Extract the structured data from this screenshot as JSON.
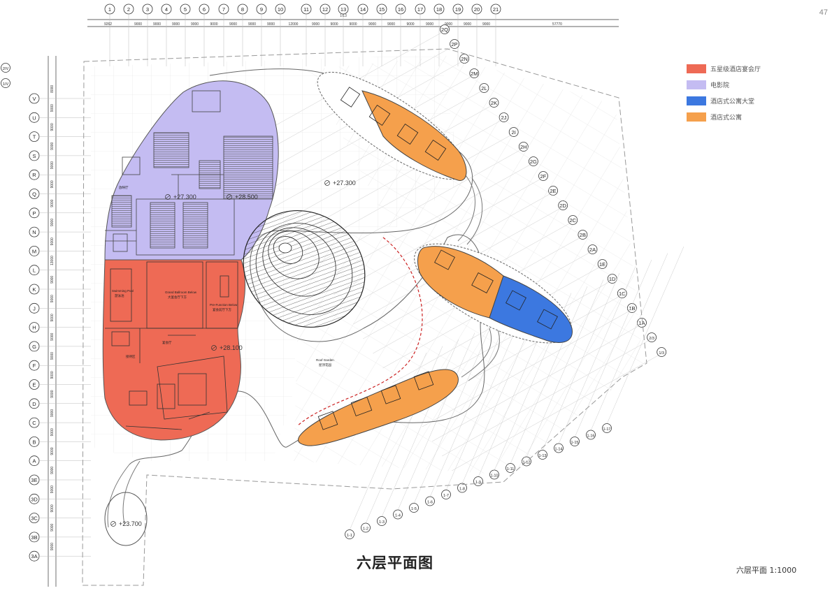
{
  "page_number": "47",
  "title": "六层平面图",
  "scale_label": "六层平面    1:1000",
  "legend": [
    {
      "label": "五星级酒店宴会厅",
      "color": "#ee6a55"
    },
    {
      "label": "电影院",
      "color": "#c4bcf2"
    },
    {
      "label": "酒店式公寓大堂",
      "color": "#3c78e0"
    },
    {
      "label": "酒店式公寓",
      "color": "#f5a04c"
    }
  ],
  "grid_top": [
    "1",
    "2",
    "3",
    "4",
    "5",
    "6",
    "7",
    "8",
    "9",
    "10",
    "11",
    "12",
    "13",
    "14",
    "15",
    "16",
    "17",
    "18",
    "19",
    "20",
    "21"
  ],
  "grid_top_sub": "1/13",
  "dims_top": [
    "9262",
    "9000",
    "9000",
    "9000",
    "9000",
    "9000",
    "9000",
    "9000",
    "9000",
    "12000",
    "9000",
    "9000",
    "9000",
    "9000",
    "9000",
    "9000",
    "9000",
    "9000",
    "9000",
    "9000",
    "57770"
  ],
  "grid_left": [
    "V",
    "U",
    "T",
    "S",
    "R",
    "Q",
    "P",
    "N",
    "M",
    "L",
    "K",
    "J",
    "H",
    "G",
    "F",
    "E",
    "D",
    "C",
    "B",
    "A",
    "3E",
    "3D",
    "3C",
    "3B",
    "3A"
  ],
  "grid_left_top": [
    "2/V",
    "1/V"
  ],
  "dims_left": [
    "8000",
    "9000",
    "9000",
    "9000",
    "9000",
    "9000",
    "9000",
    "9000",
    "9000",
    "13000",
    "9000",
    "9000",
    "9000",
    "9000",
    "9000",
    "9000",
    "9000",
    "9000",
    "9000",
    "9000",
    "9000",
    "9000",
    "9000",
    "9000",
    "9000"
  ],
  "grid_right": [
    "2Q",
    "2P",
    "2N",
    "2M",
    "2L",
    "2K",
    "2J",
    "2I",
    "2H",
    "2G",
    "2F",
    "2E",
    "2D",
    "2C",
    "2B",
    "2A",
    "1E",
    "1D",
    "1C",
    "1B",
    "1A",
    "2/3",
    "1/3"
  ],
  "grid_bottom_diag": [
    "1-1",
    "1-2",
    "1-3",
    "1-4",
    "1-5",
    "1-6",
    "1-7",
    "1-8",
    "1-9",
    "1-10",
    "1-11",
    "1-12",
    "1-13",
    "1-14",
    "1-15",
    "1-16",
    "1-17"
  ],
  "elevations": [
    "+27.300",
    "+28.500",
    "+27.300",
    "+28.100",
    "+23.700"
  ],
  "room_labels": {
    "swimming_pool": "Swimming Pool",
    "swimming_pool_cn": "游泳池",
    "grand_ballroom": "Grand Ballroom Below",
    "grand_ballroom_cn": "大宴会厅下方",
    "pre_function": "Pre-Function Below",
    "pre_function_cn": "宴会前厅下方",
    "roof_garden": "Roof Garden",
    "roof_garden_cn": "屋顶花园",
    "banquet_hall": "宴会厅",
    "reception": "接待区",
    "cinema_hall": "放映厅"
  }
}
